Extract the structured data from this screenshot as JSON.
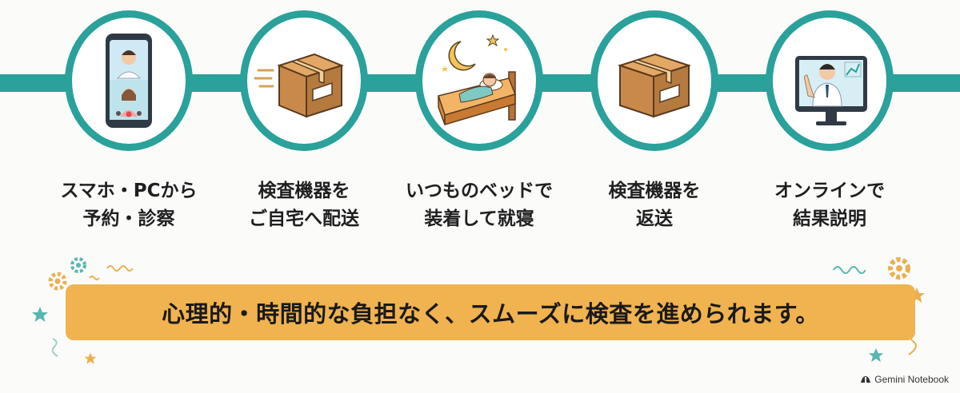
{
  "steps": [
    {
      "line1": "スマホ・PCから",
      "line2": "予約・診察",
      "icon": "smartphone-video-call-icon"
    },
    {
      "line1": "検査機器を",
      "line2": "ご自宅へ配送",
      "icon": "delivery-box-icon"
    },
    {
      "line1": "いつものベッドで",
      "line2": "装着して就寝",
      "icon": "sleeping-in-bed-icon"
    },
    {
      "line1": "検査機器を",
      "line2": "返送",
      "icon": "return-box-icon"
    },
    {
      "line1": "オンラインで",
      "line2": "結果説明",
      "icon": "online-doctor-monitor-icon"
    }
  ],
  "banner": {
    "text": "心理的・時間的な負担なく、スムーズに検査を進められます。"
  },
  "brand": {
    "text": "Gemini Notebook"
  },
  "colors": {
    "teal": "#2aa19a",
    "banner": "#f0b350",
    "box": "#c8894a",
    "star": "#f0b350"
  }
}
